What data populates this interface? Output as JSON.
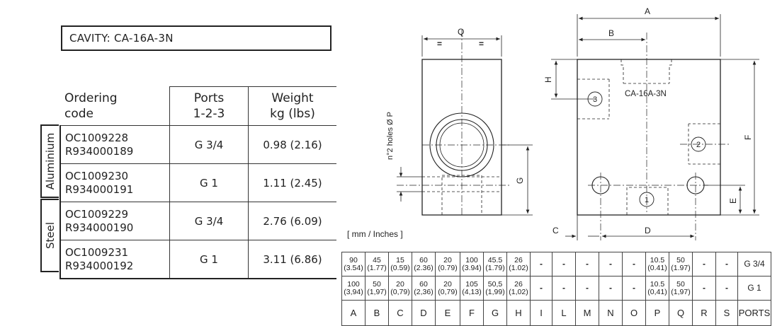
{
  "cavity": {
    "label": "CAVITY: CA-16A-3N"
  },
  "ordering_table": {
    "headers": {
      "code": [
        "Ordering",
        "code"
      ],
      "ports": [
        "Ports",
        "1-2-3"
      ],
      "weight": [
        "Weight",
        "kg (lbs)"
      ]
    },
    "materials": [
      "Aluminium",
      "Steel"
    ],
    "rows": [
      {
        "code1": "OC1009228",
        "code2": "R934000189",
        "ports": "G 3/4",
        "weight": "0.98 (2.16)"
      },
      {
        "code1": "OC1009230",
        "code2": "R934000191",
        "ports": "G 1",
        "weight": "1.11 (2.45)"
      },
      {
        "code1": "OC1009229",
        "code2": "R934000190",
        "ports": "G 3/4",
        "weight": "2.76 (6.09)"
      },
      {
        "code1": "OC1009231",
        "code2": "R934000192",
        "ports": "G 1",
        "weight": "3.11 (6.86)"
      }
    ]
  },
  "drawing": {
    "dim_labels": {
      "A": "A",
      "B": "B",
      "C": "C",
      "D": "D",
      "E": "E",
      "F": "F",
      "G": "G",
      "H": "H",
      "Q": "Q",
      "holes": "n°2 holes Ø P"
    },
    "cavity_label": "CA-16A-3N",
    "port_labels": [
      "1",
      "2",
      "3"
    ],
    "symmetry_mark": "="
  },
  "units_note": "[ mm / Inches ]",
  "dimensions_table": {
    "rows": [
      {
        "cells": [
          [
            "90",
            "(3.54)"
          ],
          [
            "45",
            "(1.77)"
          ],
          [
            "15",
            "(0.59)"
          ],
          [
            "60",
            "(2.36)"
          ],
          [
            "20",
            "(0.79)"
          ],
          [
            "100",
            "(3.94)"
          ],
          [
            "45.5",
            "(1.79)"
          ],
          [
            "26",
            "(1.02)"
          ],
          [
            "-"
          ],
          [
            "-"
          ],
          [
            "-"
          ],
          [
            "-"
          ],
          [
            "-"
          ],
          [
            "10.5",
            "(0.41)"
          ],
          [
            "50",
            "(1.97)"
          ],
          [
            "-"
          ],
          [
            "-"
          ]
        ],
        "port": "G 3/4"
      },
      {
        "cells": [
          [
            "100",
            "(3,94)"
          ],
          [
            "50",
            "(1,97)"
          ],
          [
            "20",
            "(0,79)"
          ],
          [
            "60",
            "(2,36)"
          ],
          [
            "20",
            "(0,79)"
          ],
          [
            "105",
            "(4,13)"
          ],
          [
            "50,5",
            "(1,99)"
          ],
          [
            "26",
            "(1,02)"
          ],
          [
            "-"
          ],
          [
            "-"
          ],
          [
            "-"
          ],
          [
            "-"
          ],
          [
            "-"
          ],
          [
            "10.5",
            "(0,41)"
          ],
          [
            "50",
            "(1,97)"
          ],
          [
            "-"
          ],
          [
            "-"
          ]
        ],
        "port": "G 1"
      }
    ],
    "labels": [
      "A",
      "B",
      "C",
      "D",
      "E",
      "F",
      "G",
      "H",
      "I",
      "L",
      "M",
      "N",
      "O",
      "P",
      "Q",
      "R",
      "S",
      "PORTS"
    ]
  }
}
